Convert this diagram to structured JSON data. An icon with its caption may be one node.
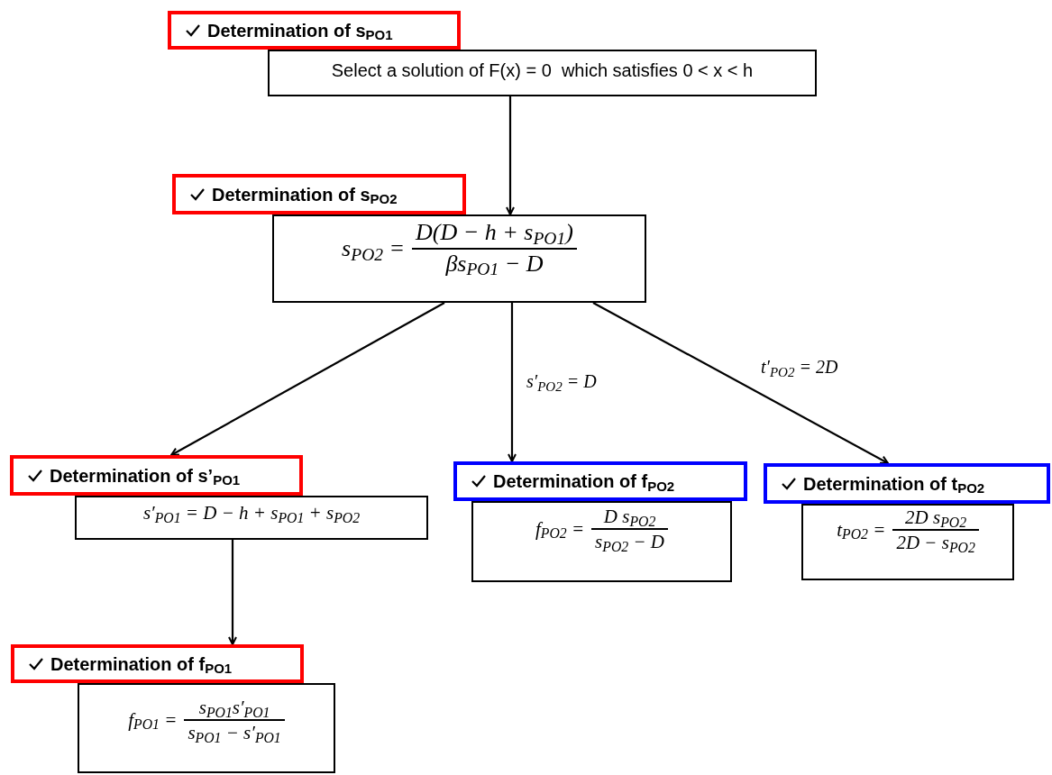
{
  "diagram": {
    "nodes": [
      {
        "text": [
          "Determination of s$_{PO1}$"
        ]
      },
      {
        "text": [
          "Select a solution of F(x) = 0  which satisfies 0 < x < h"
        ]
      },
      {
        "text": [
          "Determination of s$_{PO2}$"
        ]
      },
      {
        "text": [
          "s$_{PO2}$ =",
          "D(D − h + s$_{PO1}$)",
          "βs$_{PO1}$ − D"
        ]
      },
      {
        "text": [
          "Determination of s’$_{PO1}$"
        ]
      },
      {
        "text": [
          "s′$_{PO1}$ = D − h + s$_{PO1}$ + s$_{PO2}$"
        ]
      },
      {
        "text": [
          "Determination of f$_{PO2}$"
        ]
      },
      {
        "text": [
          "f$_{PO2}$ =",
          "D s$_{PO2}$",
          "s$_{PO2}$ − D"
        ]
      },
      {
        "text": [
          "Determination of t$_{PO2}$"
        ]
      },
      {
        "text": [
          "t$_{PO2}$ =",
          "2D s$_{PO2}$",
          "2D − s$_{PO2}$"
        ]
      },
      {
        "text": [
          "Determination of f$_{PO1}$"
        ]
      },
      {
        "text": [
          "f$_{PO1}$ =",
          "s$_{PO1}$s′$_{PO1}$",
          "s$_{PO1}$ − s′$_{PO1}$"
        ]
      }
    ],
    "edges": [
      {
        "from": 1,
        "to": 3,
        "arrow": "to"
      },
      {
        "from": 3,
        "to": 4,
        "arrow": "to"
      },
      {
        "from": 3,
        "to": 6,
        "arrow": "to",
        "label": "s′$_{PO2}$ = D"
      },
      {
        "from": 3,
        "to": 8,
        "arrow": "to",
        "label": "t′$_{PO2}$ = 2D"
      },
      {
        "from": 5,
        "to": 10,
        "arrow": "to"
      }
    ]
  }
}
